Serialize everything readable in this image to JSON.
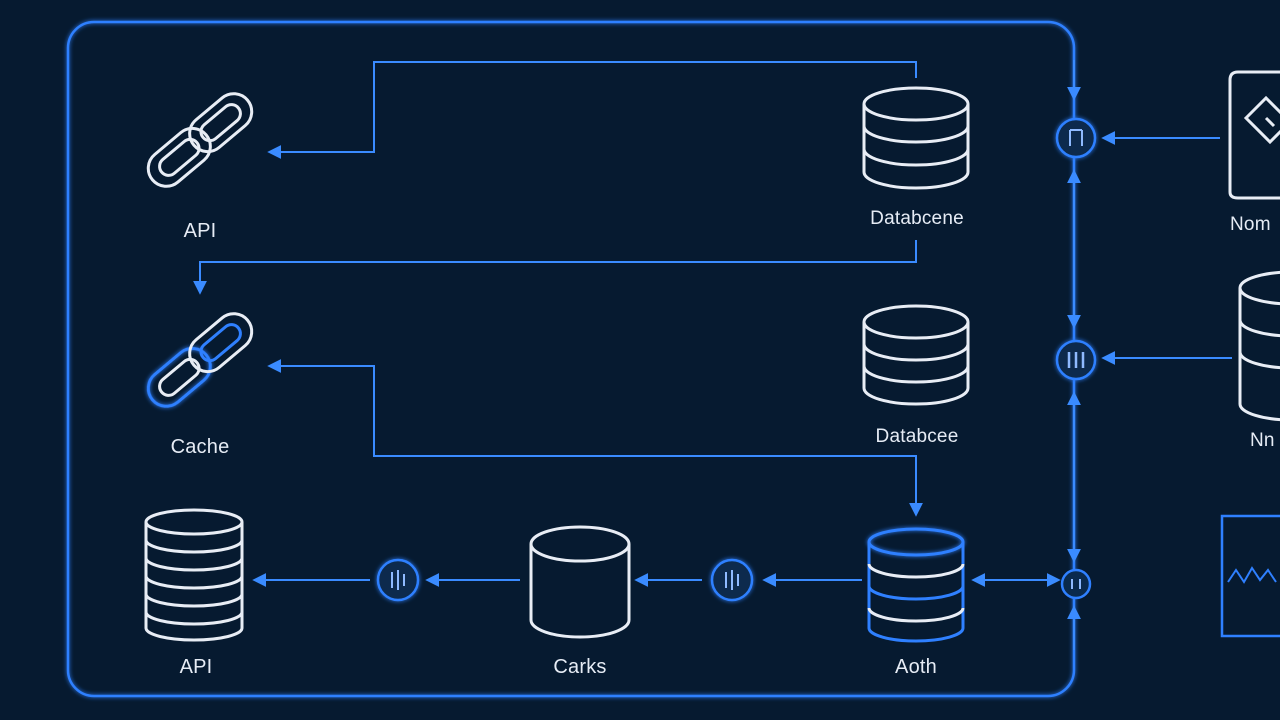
{
  "colors": {
    "background": "#061a30",
    "accent_blue": "#2f80ff",
    "line_blue": "#3a8bff",
    "icon_white": "#e8edf5"
  },
  "nodes": {
    "api_top": {
      "label": "API",
      "icon": "link-icon"
    },
    "database_top": {
      "label": "Databcene",
      "icon": "database-icon"
    },
    "cache": {
      "label": "Cache",
      "icon": "link-icon"
    },
    "database_mid": {
      "label": "Databcee",
      "icon": "database-icon"
    },
    "api_bottom": {
      "label": "API",
      "icon": "database-icon"
    },
    "carks": {
      "label": "Carks",
      "icon": "database-icon"
    },
    "auth": {
      "label": "Aoth",
      "icon": "database-icon"
    },
    "right_top": {
      "label": "Nom",
      "icon": "document-icon"
    },
    "right_mid": {
      "label": "Nn",
      "icon": "database-icon"
    },
    "right_bottom": {
      "icon": "monitor-icon"
    }
  },
  "junctions": [
    "junction-icon",
    "junction-icon",
    "junction-icon",
    "junction-icon",
    "junction-icon",
    "junction-icon"
  ]
}
